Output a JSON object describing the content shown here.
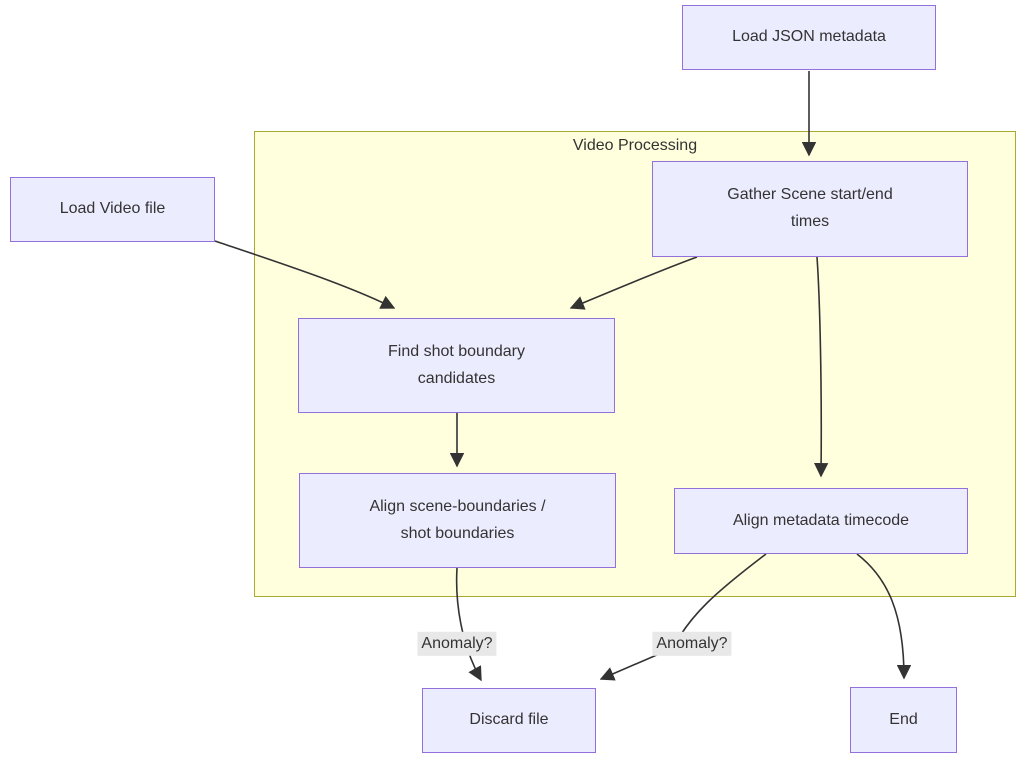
{
  "diagram": {
    "type": "flowchart",
    "cluster": {
      "title": "Video Processing"
    },
    "nodes": {
      "load_json": {
        "label": [
          "Load JSON metadata"
        ]
      },
      "load_video": {
        "label": [
          "Load Video file"
        ]
      },
      "gather_scene": {
        "label": [
          "Gather Scene start/end",
          "times"
        ]
      },
      "find_shot": {
        "label": [
          "Find shot boundary",
          "candidates"
        ]
      },
      "align_scene": {
        "label": [
          "Align scene-boundaries /",
          "shot boundaries"
        ]
      },
      "align_meta": {
        "label": [
          "Align metadata timecode"
        ]
      },
      "discard": {
        "label": [
          "Discard file"
        ]
      },
      "end": {
        "label": [
          "End"
        ]
      }
    },
    "edges": [
      {
        "from": "Load JSON metadata",
        "to": "Gather Scene start/end times",
        "label": ""
      },
      {
        "from": "Load Video file",
        "to": "Find shot boundary candidates",
        "label": ""
      },
      {
        "from": "Gather Scene start/end times",
        "to": "Find shot boundary candidates",
        "label": ""
      },
      {
        "from": "Gather Scene start/end times",
        "to": "Align metadata timecode",
        "label": ""
      },
      {
        "from": "Find shot boundary candidates",
        "to": "Align scene-boundaries / shot boundaries",
        "label": ""
      },
      {
        "from": "Align scene-boundaries / shot boundaries",
        "to": "Discard file",
        "label": "Anomaly?"
      },
      {
        "from": "Align metadata timecode",
        "to": "Discard file",
        "label": "Anomaly?"
      },
      {
        "from": "Align metadata timecode",
        "to": "End",
        "label": ""
      }
    ],
    "colors": {
      "node_fill": "#ececff",
      "node_border": "#9370db",
      "cluster_fill": "#ffffde",
      "cluster_border": "#aaaa33",
      "edge": "#333333",
      "edge_label_bg": "#e8e8e8",
      "text": "#333333",
      "background": "#ffffff"
    }
  }
}
